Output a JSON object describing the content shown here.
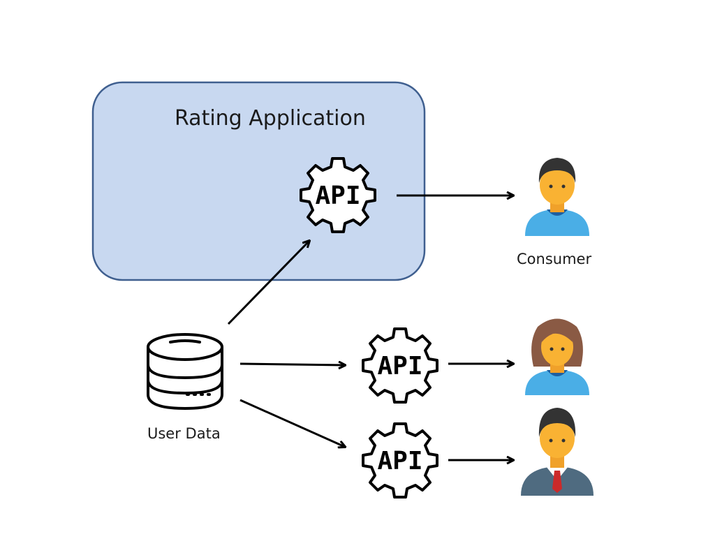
{
  "diagram": {
    "application": {
      "title": "Rating Application",
      "fill": "#c8d8f0",
      "stroke": "#3f5f8f"
    },
    "api_badges": [
      {
        "text": "API"
      },
      {
        "text": "API"
      },
      {
        "text": "API"
      }
    ],
    "database": {
      "label": "User Data"
    },
    "people": [
      {
        "label": "Consumer",
        "icon": "man-icon"
      },
      {
        "label": "",
        "icon": "woman-icon"
      },
      {
        "label": "",
        "icon": "businessman-icon"
      }
    ],
    "colors": {
      "skin": "#f9b233",
      "shirt": "#4aaee6",
      "hair_man": "#333333",
      "hair_woman": "#8a5a44",
      "suit": "#4f6b80",
      "tie": "#cc2a2a",
      "arrow": "#000000"
    }
  }
}
